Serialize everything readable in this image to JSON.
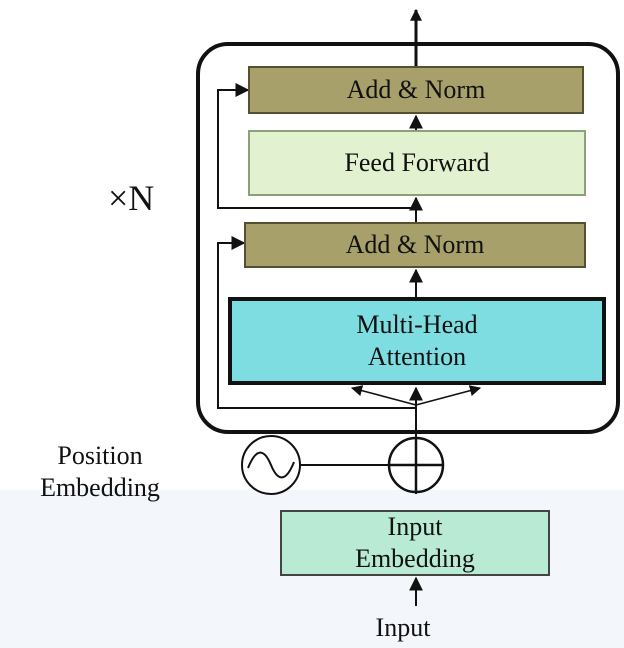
{
  "diagram": {
    "repeat_label": "×N",
    "blocks": {
      "add_norm_top": "Add & Norm",
      "feed_forward": "Feed Forward",
      "add_norm_bottom": "Add & Norm",
      "mha_line1": "Multi-Head",
      "mha_line2": "Attention",
      "input_emb_line1": "Input",
      "input_emb_line2": "Embedding"
    },
    "position_embedding": {
      "line1": "Position",
      "line2": "Embedding"
    },
    "input_label": "Input",
    "colors": {
      "add_norm": "#a8a06a",
      "feed_forward": "#e2f1cf",
      "multi_head_attention": "#7ddde0",
      "input_embedding": "#b9ead4",
      "stroke": "#111111"
    },
    "symbols": {
      "sum": "add-circle-icon",
      "positional": "sine-wave-icon"
    }
  }
}
